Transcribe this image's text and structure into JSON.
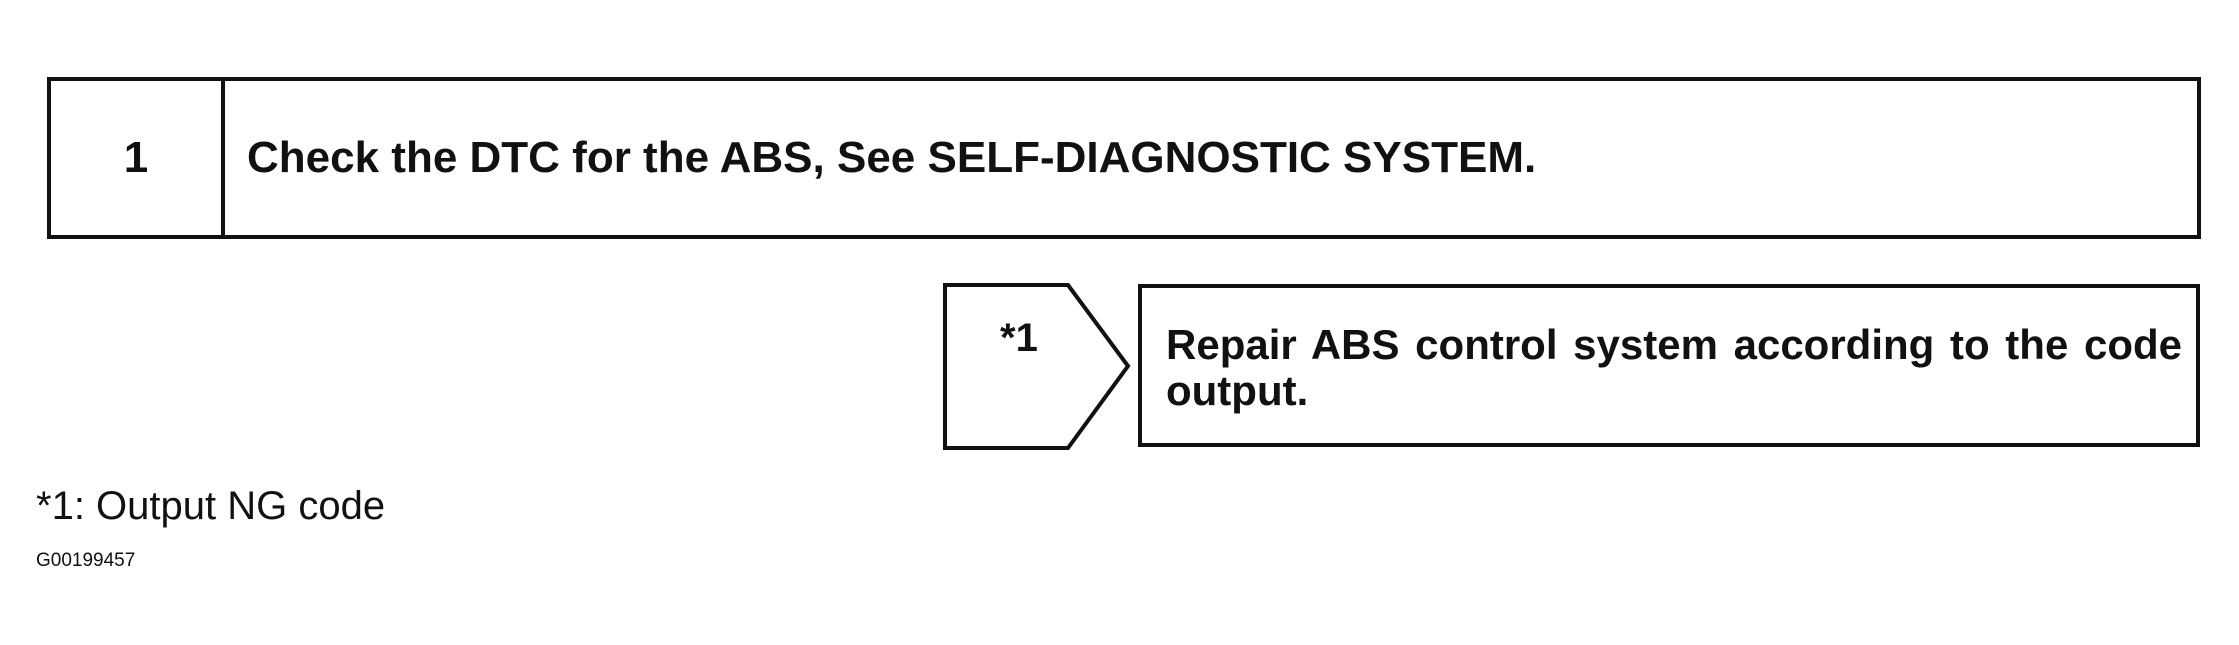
{
  "step": {
    "number": "1",
    "text": "Check the DTC for the ABS, See SELF-DIAGNOSTIC SYSTEM."
  },
  "branch": {
    "label": "*1",
    "result": "Repair ABS control system according to the code output."
  },
  "footnote": "*1: Output NG code",
  "figure_id": "G00199457"
}
